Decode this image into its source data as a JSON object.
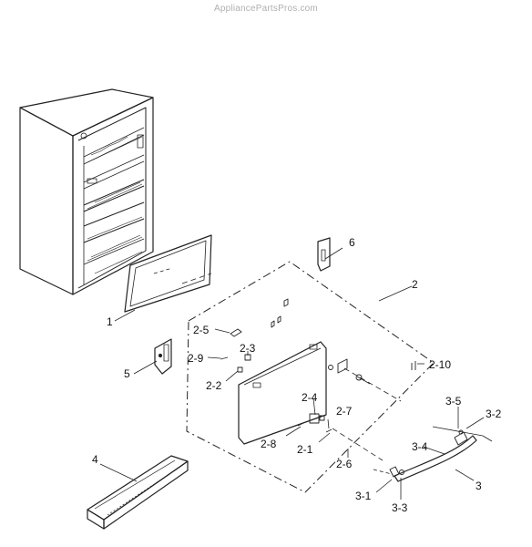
{
  "watermark": "AppliancePartsPros.com",
  "colors": {
    "line": "#222222",
    "background": "#ffffff",
    "watermark": "#b0b0b0"
  },
  "callouts": {
    "p1": "1",
    "p2": "2",
    "p3": "3",
    "p4": "4",
    "p5": "5",
    "p6": "6",
    "p2_1": "2-1",
    "p2_2": "2-2",
    "p2_3": "2-3",
    "p2_4": "2-4",
    "p2_5": "2-5",
    "p2_6": "2-6",
    "p2_7": "2-7",
    "p2_8": "2-8",
    "p2_9": "2-9",
    "p2_10": "2-10",
    "p3_1": "3-1",
    "p3_2": "3-2",
    "p3_3": "3-3",
    "p3_4": "3-4",
    "p3_5": "3-5"
  }
}
